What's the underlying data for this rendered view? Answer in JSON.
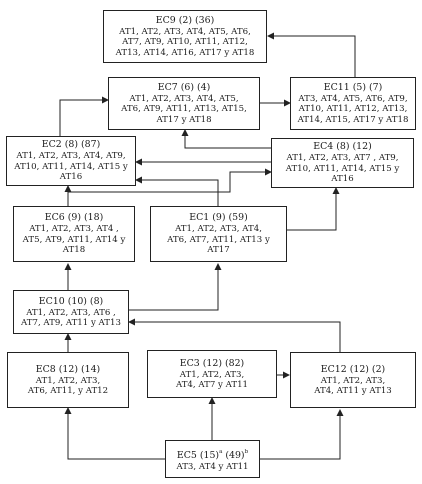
{
  "nodes": {
    "ec9": {
      "head": "EC9 (2) (36)",
      "lines": [
        "AT1, AT2, AT3, AT4, AT5, AT6,",
        "AT7, AT9, AT10, AT11, AT12,",
        "AT13, AT14, AT16, AT17 y AT18"
      ]
    },
    "ec7": {
      "head": "EC7 (6) (4)",
      "lines": [
        "AT1, AT2, AT3, AT4, AT5,",
        "AT6, AT9, AT11, AT13, AT15,",
        "AT17 y AT18"
      ]
    },
    "ec11": {
      "head": "EC11 (5) (7)",
      "lines": [
        "AT3, AT4, AT5, AT6, AT9,",
        "AT10, AT11, AT12, AT13,",
        "AT14, AT15, AT17  y  AT18"
      ]
    },
    "ec2": {
      "head": "EC2 (8) (87)",
      "lines": [
        "AT1, AT2, AT3, AT4, AT9,",
        "AT10, AT11, AT14, AT15   y",
        "AT16"
      ]
    },
    "ec4": {
      "head": "EC4 (8) (12)",
      "lines": [
        "AT1, AT2, AT3, AT7  , AT9,",
        "AT10, AT11, AT14, AT15 y",
        "AT16"
      ]
    },
    "ec6": {
      "head": "EC6 (9) (18)",
      "lines": [
        "AT1, AT2, AT3, AT4  ,",
        "AT5, AT9, AT11, AT14   y",
        "AT18"
      ]
    },
    "ec1": {
      "head": "EC1 (9) (59)",
      "lines": [
        "AT1, AT2, AT3, AT4,",
        "AT6, AT7, AT11, AT13 y",
        "AT17"
      ]
    },
    "ec10": {
      "head": "EC10 (10) (8)",
      "lines": [
        "AT1, AT2, AT3, AT6  ,",
        "AT7, AT9, AT11 y AT13"
      ]
    },
    "ec8": {
      "head": "EC8 (12) (14)",
      "lines": [
        "AT1, AT2, AT3,",
        "AT6, AT11, y AT12"
      ]
    },
    "ec3": {
      "head": "EC3 (12) (82)",
      "lines": [
        "AT1, AT2, AT3,",
        "AT4, AT7 y AT11"
      ]
    },
    "ec12": {
      "head": "EC12 (12) (2)",
      "lines": [
        "AT1, AT2, AT3,",
        "AT4, AT11 y AT13"
      ]
    },
    "ec5": {
      "head_a": "EC5 (15)",
      "sup_a": "a",
      "head_b": " (49)",
      "sup_b": "b",
      "lines": [
        "AT3, AT4 y AT11"
      ]
    }
  }
}
